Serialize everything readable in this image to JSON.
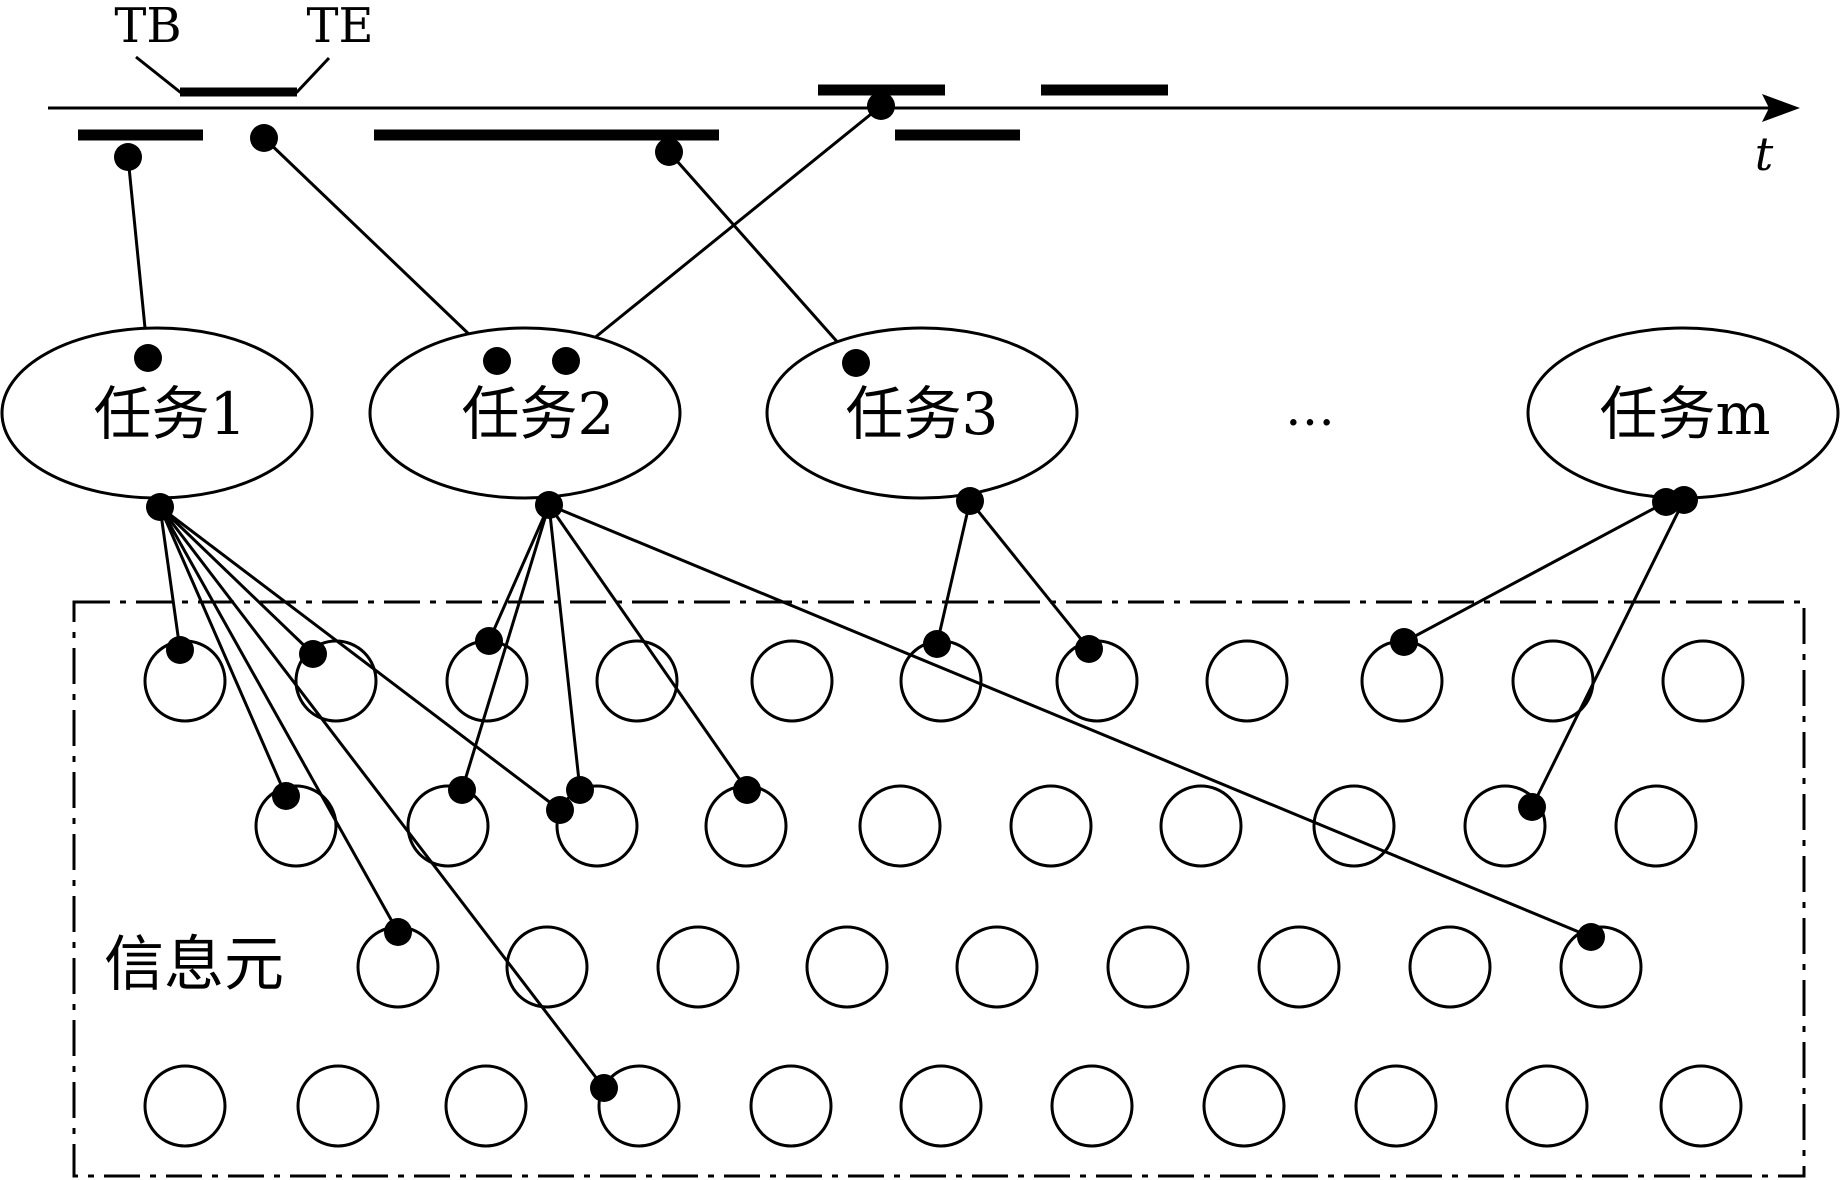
{
  "timeline": {
    "tb_label": "TB",
    "te_label": "TE",
    "axis_label": "t"
  },
  "tasks": [
    {
      "label": "任务1"
    },
    {
      "label": "任务2"
    },
    {
      "label": "任务3"
    },
    {
      "label": "任务m"
    }
  ],
  "ellipsis": "…",
  "region_label": "信息元"
}
